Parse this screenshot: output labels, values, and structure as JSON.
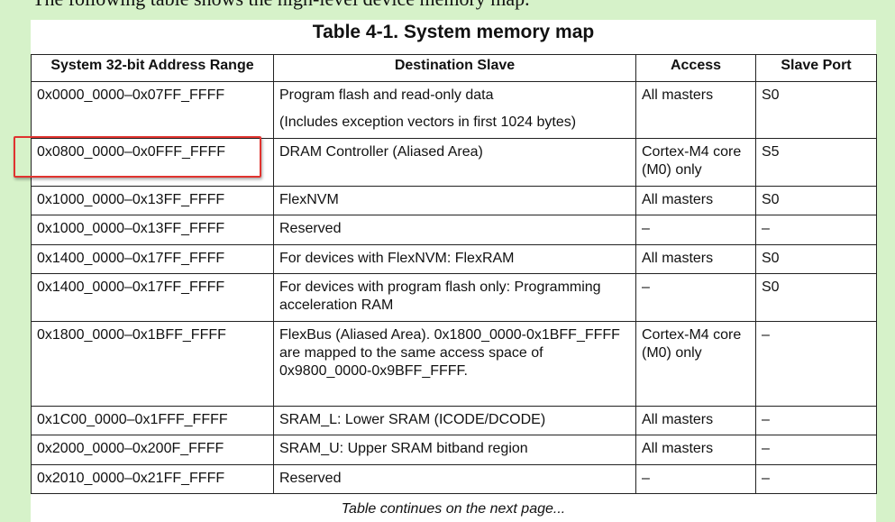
{
  "intro_text": "The following table shows the high-level device memory map.",
  "caption": "Table 4-1.  System memory map",
  "headers": [
    "System 32-bit Address Range",
    "Destination Slave",
    "Access",
    "Slave Port"
  ],
  "rows": [
    {
      "range": "0x0000_0000–0x07FF_FFFF",
      "dest": "Program flash and read-only data",
      "dest2": "(Includes exception vectors in first 1024 bytes)",
      "access": "All masters",
      "port": "S0"
    },
    {
      "range": "0x0800_0000–0x0FFF_FFFF",
      "dest": "DRAM Controller (Aliased Area)",
      "access": "Cortex-M4 core (M0) only",
      "port": "S5"
    },
    {
      "range": "0x1000_0000–0x13FF_FFFF",
      "dest": "FlexNVM",
      "access": "All masters",
      "port": "S0"
    },
    {
      "range": "0x1000_0000–0x13FF_FFFF",
      "dest": "Reserved",
      "access": "–",
      "port": "–"
    },
    {
      "range": "0x1400_0000–0x17FF_FFFF",
      "dest": "For devices with FlexNVM: FlexRAM",
      "access": "All masters",
      "port": "S0"
    },
    {
      "range": "0x1400_0000–0x17FF_FFFF",
      "dest": "For devices with program flash only: Programming acceleration RAM",
      "access": "–",
      "port": "S0"
    },
    {
      "range": "0x1800_0000–0x1BFF_FFFF",
      "dest": "FlexBus (Aliased Area). 0x1800_0000-0x1BFF_FFFF are mapped to the same access space of 0x9800_0000-0x9BFF_FFFF.",
      "access": "Cortex-M4 core (M0) only",
      "port": "–"
    },
    {
      "range": "0x1C00_0000–0x1FFF_FFFF",
      "dest": "SRAM_L: Lower SRAM (ICODE/DCODE)",
      "access": "All masters",
      "port": "–"
    },
    {
      "range": "0x2000_0000–0x200F_FFFF",
      "dest": "SRAM_U: Upper SRAM bitband region",
      "access": "All masters",
      "port": "–"
    },
    {
      "range": "0x2010_0000–0x21FF_FFFF",
      "dest": "Reserved",
      "access": "–",
      "port": "–"
    }
  ],
  "footer": "Table continues on the next page...",
  "colors": {
    "page_background": "#d6f2c9",
    "highlight_border": "#e0332f"
  }
}
